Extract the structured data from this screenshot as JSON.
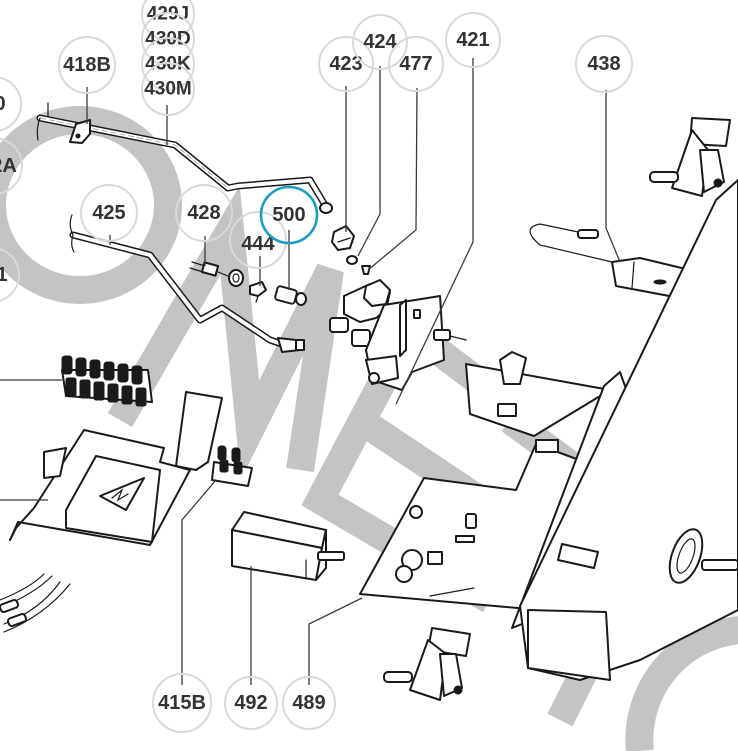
{
  "diagram": {
    "type": "exploded-parts-diagram",
    "watermark_text": "OMETO",
    "highlight_color": "#1a9ec1",
    "callout_ring_color": "#d9d9d9",
    "watermark_color": "#c4c4c4",
    "callouts": [
      {
        "id": "429J",
        "label": "429J"
      },
      {
        "id": "430D",
        "label": "430D"
      },
      {
        "id": "430K",
        "label": "430K"
      },
      {
        "id": "430M",
        "label": "430M"
      },
      {
        "id": "418B",
        "label": "418B"
      },
      {
        "id": "423",
        "label": "423"
      },
      {
        "id": "424",
        "label": "424"
      },
      {
        "id": "477",
        "label": "477"
      },
      {
        "id": "421",
        "label": "421"
      },
      {
        "id": "438",
        "label": "438"
      },
      {
        "id": "425",
        "label": "425"
      },
      {
        "id": "428",
        "label": "428"
      },
      {
        "id": "500",
        "label": "500",
        "highlighted": true
      },
      {
        "id": "444",
        "label": "444"
      },
      {
        "id": "415B",
        "label": "415B"
      },
      {
        "id": "492",
        "label": "492"
      },
      {
        "id": "489",
        "label": "489"
      },
      {
        "id": "partial-top-left",
        "label": "0"
      },
      {
        "id": "partial-mid-left",
        "label": "2A"
      },
      {
        "id": "partial-low-left",
        "label": "1"
      }
    ],
    "parts": [
      "upper-gas-pipe",
      "pipe-clamp",
      "lower-gas-pipe",
      "nut",
      "olive",
      "injector",
      "gas-valve",
      "thermocouple",
      "bracket-upper-right",
      "bracket-bottom",
      "terminal-block-large",
      "terminal-block-small",
      "electronic-cover",
      "micro-switch",
      "control-board",
      "front-casing",
      "ignition-cables"
    ]
  }
}
